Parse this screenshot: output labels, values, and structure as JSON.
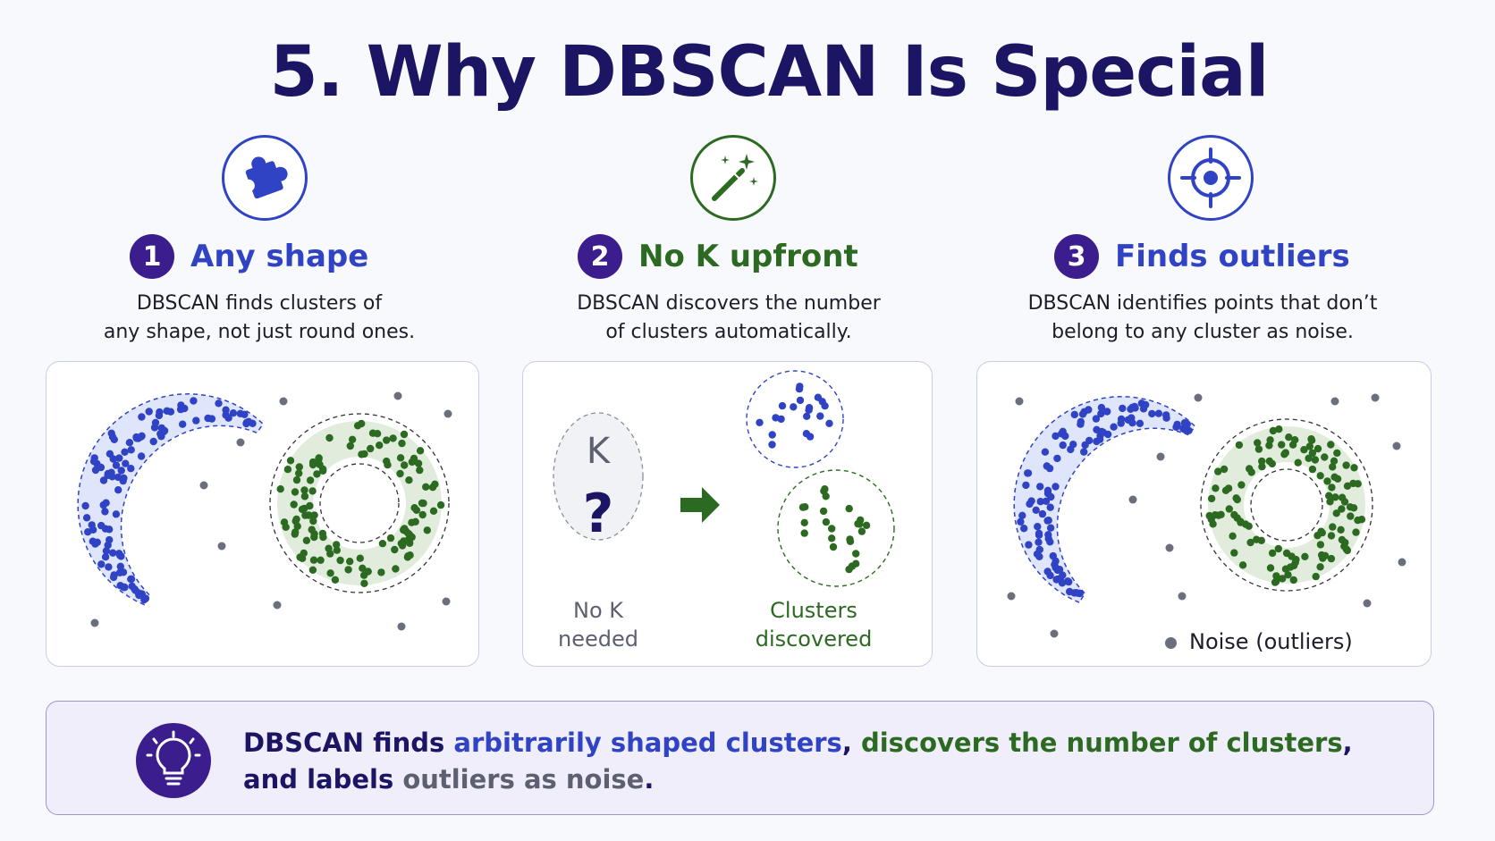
{
  "title": "5. Why DBSCAN Is Special",
  "colors": {
    "navy": "#1b1563",
    "purple": "#3b1d8e",
    "blue": "#2f43c4",
    "green": "#2c6a22",
    "gray": "#6b6e7c"
  },
  "sections": [
    {
      "number": "1",
      "heading": "Any shape",
      "icon": "puzzle-piece-icon",
      "description_line1": "DBSCAN finds clusters of",
      "description_line2": "any shape, not just round ones."
    },
    {
      "number": "2",
      "heading": "No K upfront",
      "icon": "magic-wand-icon",
      "description_line1": "DBSCAN discovers the number",
      "description_line2": "of clusters automatically.",
      "k_letter": "K",
      "question_mark": "?",
      "left_label_line1": "No K",
      "left_label_line2": "needed",
      "right_label_line1": "Clusters",
      "right_label_line2": "discovered"
    },
    {
      "number": "3",
      "heading": "Finds outliers",
      "icon": "target-crosshair-icon",
      "description_line1": "DBSCAN identifies points that don’t",
      "description_line2": "belong to any cluster as noise.",
      "legend": "Noise (outliers)"
    }
  ],
  "summary": {
    "icon": "lightbulb-icon",
    "part1": "DBSCAN finds ",
    "part2": "arbitrarily shaped clusters",
    "part3": ", ",
    "part4": "discovers the number of clusters",
    "part5": ",",
    "part6": "and labels ",
    "part7": "outliers as noise",
    "part8": "."
  }
}
